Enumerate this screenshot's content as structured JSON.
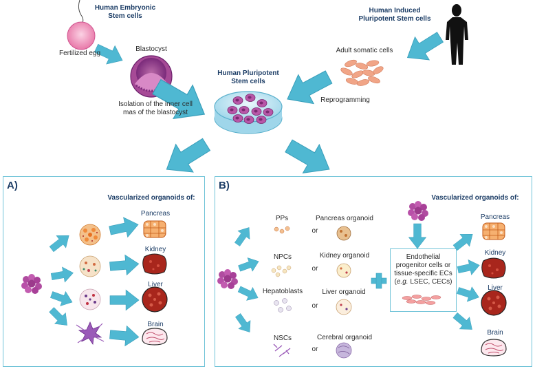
{
  "top": {
    "hesc_title": "Human Embryonic Stem cells",
    "fertilized_egg": "Fertilized egg",
    "blastocyst": "Blastocyst",
    "isolation": "Isolation of the inner cell mas of the blastocyst",
    "hpsc_title": "Human Pluripotent Stem cells",
    "hipsc_title": "Human Induced Pluripotent Stem cells",
    "adult_somatic": "Adult somatic cells",
    "reprogramming": "Reprogramming"
  },
  "panel_a": {
    "title": "A)",
    "heading": "Vascularized organoids of:",
    "organs": [
      "Pancreas",
      "Kidney",
      "Liver",
      "Brain"
    ]
  },
  "panel_b": {
    "title": "B)",
    "heading": "Vascularized organoids of:",
    "progenitors": [
      "PPs",
      "NPCs",
      "Hepatoblasts",
      "NSCs"
    ],
    "or": "or",
    "organoids": [
      "Pancreas organoid",
      "Kidney organoid",
      "Liver organoid",
      "Cerebral organoid"
    ],
    "ec_box": {
      "line1": "Endothelial",
      "line2": "progenitor cells or",
      "line3": "tissue-specific ECs",
      "line4_prefix": "(",
      "line4_italic": "e.g.",
      "line4_rest": " LSEC, CECs)"
    },
    "organs": [
      "Pancreas",
      "Kidney",
      "Liver",
      "Brain"
    ]
  },
  "colors": {
    "arrow": "#4fb8d2",
    "panel_border": "#6fc3d8",
    "title": "#1c3d66",
    "stem_cell": "#b04ca0",
    "somatic": "#f0a88a",
    "liver": "#a8261c",
    "kidney": "#b4322a",
    "pancreas": "#f07c2a",
    "brain": "#e8a0b4"
  }
}
